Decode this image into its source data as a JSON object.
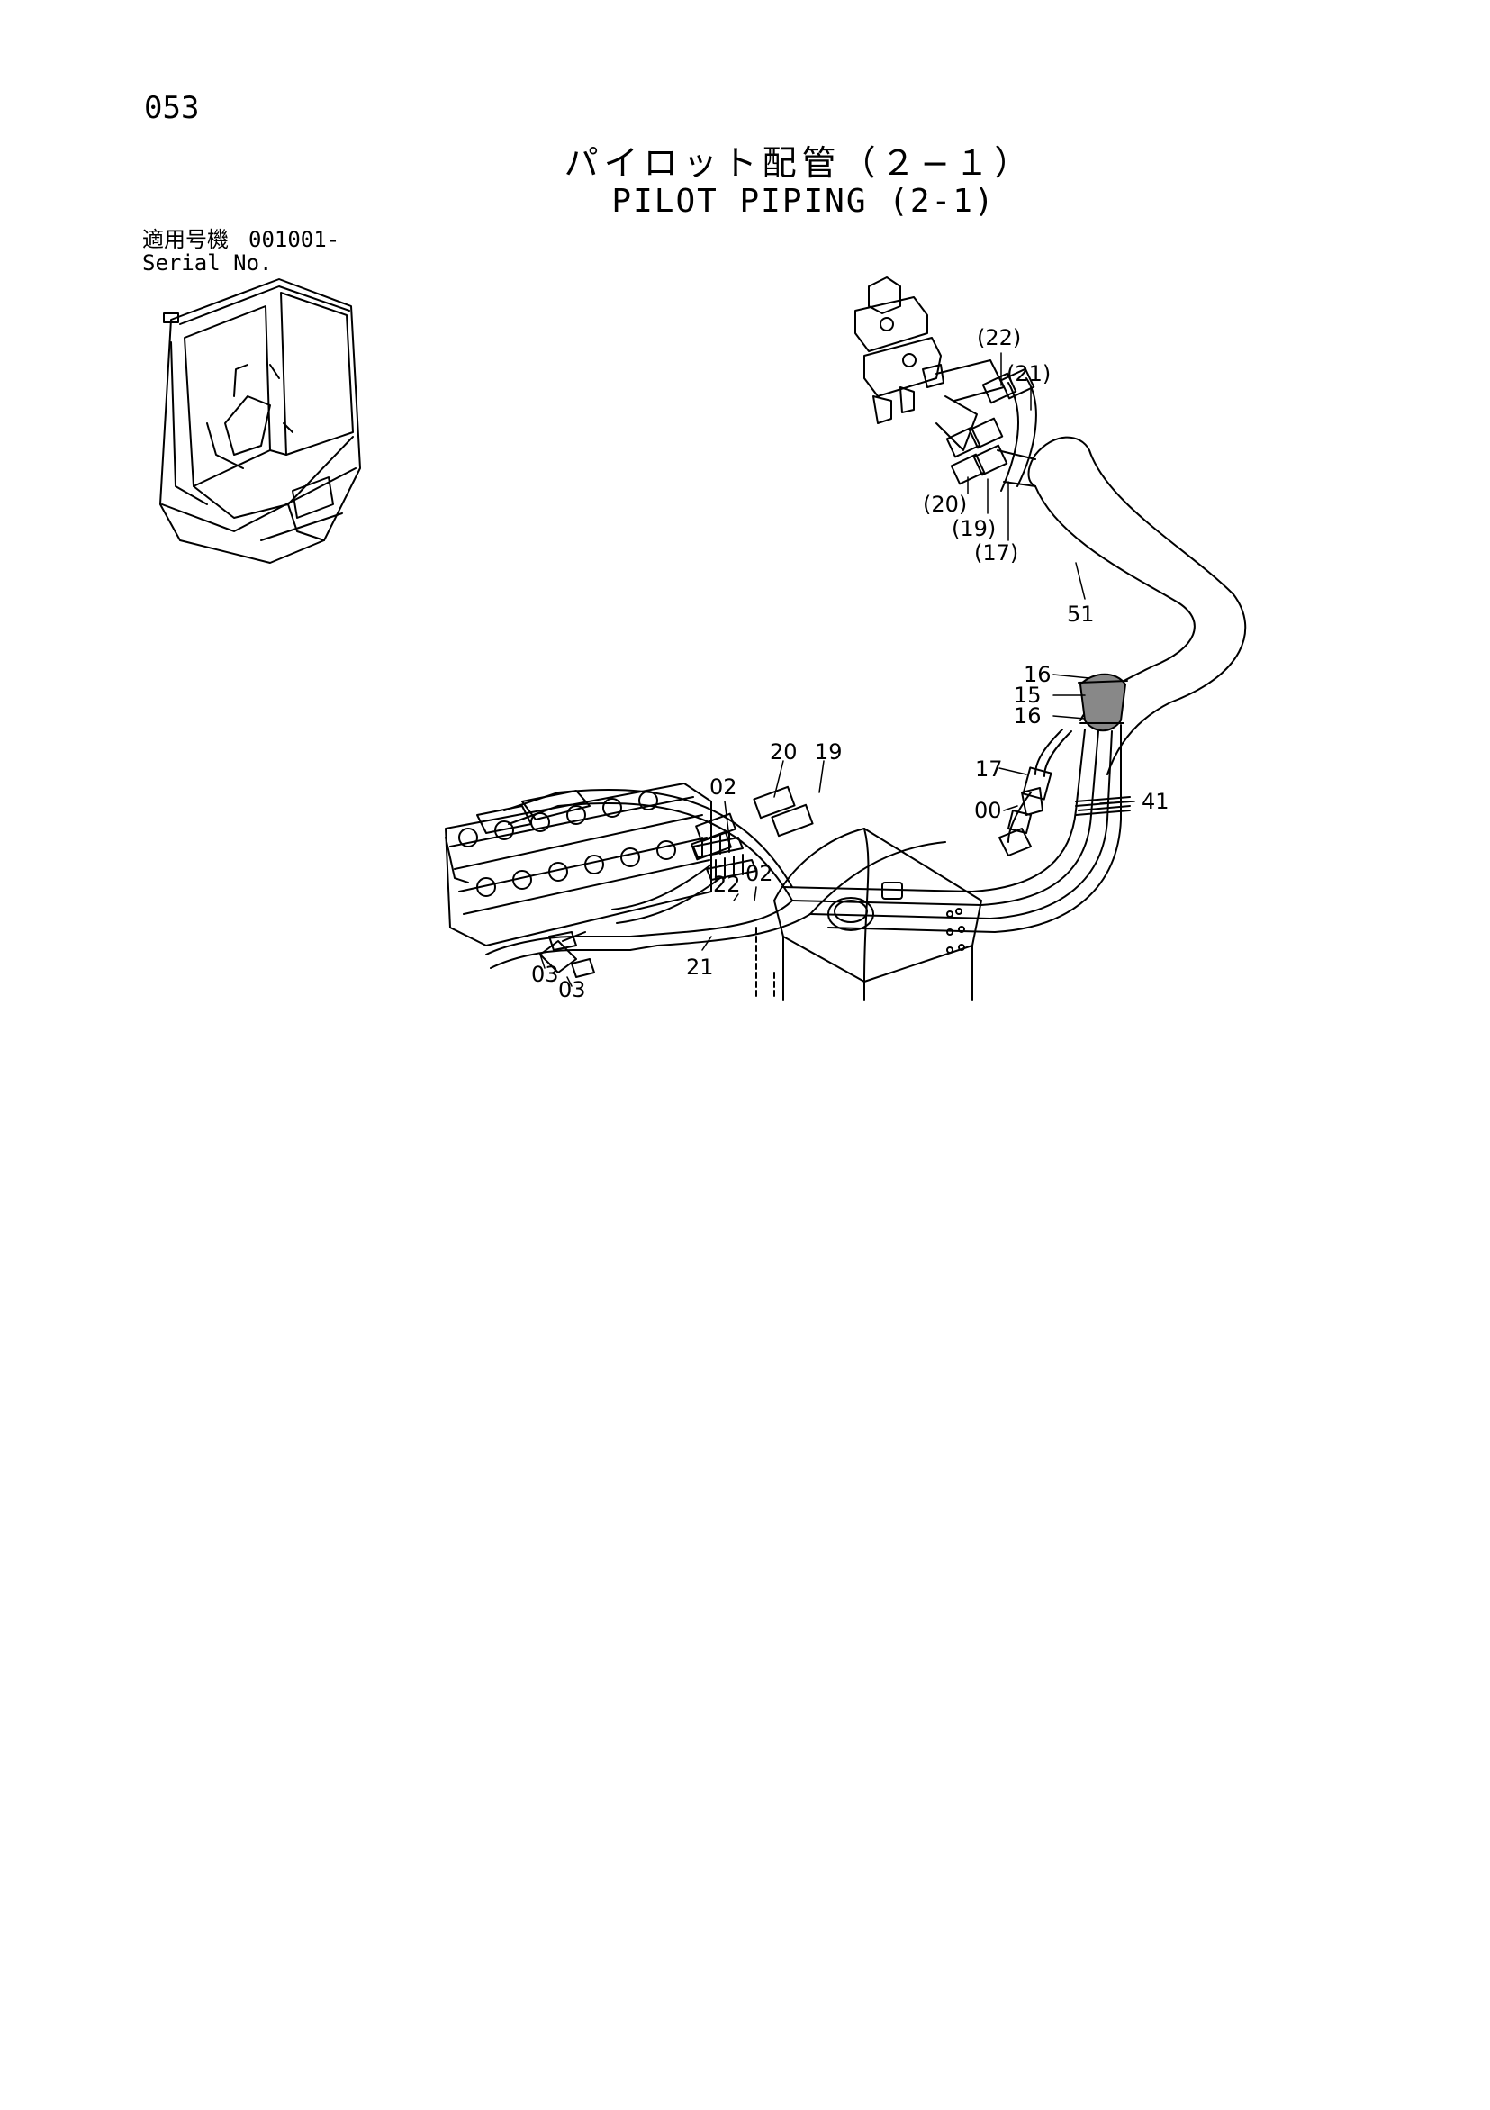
{
  "page_number": "053",
  "title_jp": "パイロット配管（２−１）",
  "title_en": "PILOT PIPING (2-1)",
  "serial": {
    "label_jp": "適用号機",
    "label_en": "Serial No.",
    "value": "001001-"
  },
  "callouts": {
    "c22p": "(22)",
    "c21p": "(21)",
    "c20p": "(20)",
    "c19p": "(19)",
    "c17p": "(17)",
    "c51": "51",
    "c16a": "16",
    "c15": "15",
    "c16b": "16",
    "c17": "17",
    "c41": "41",
    "c00": "00",
    "c20": "20",
    "c19": "19",
    "c02a": "02",
    "c22": "22",
    "c02b": "02",
    "c21": "21",
    "c03a": "03",
    "c03b": "03"
  }
}
